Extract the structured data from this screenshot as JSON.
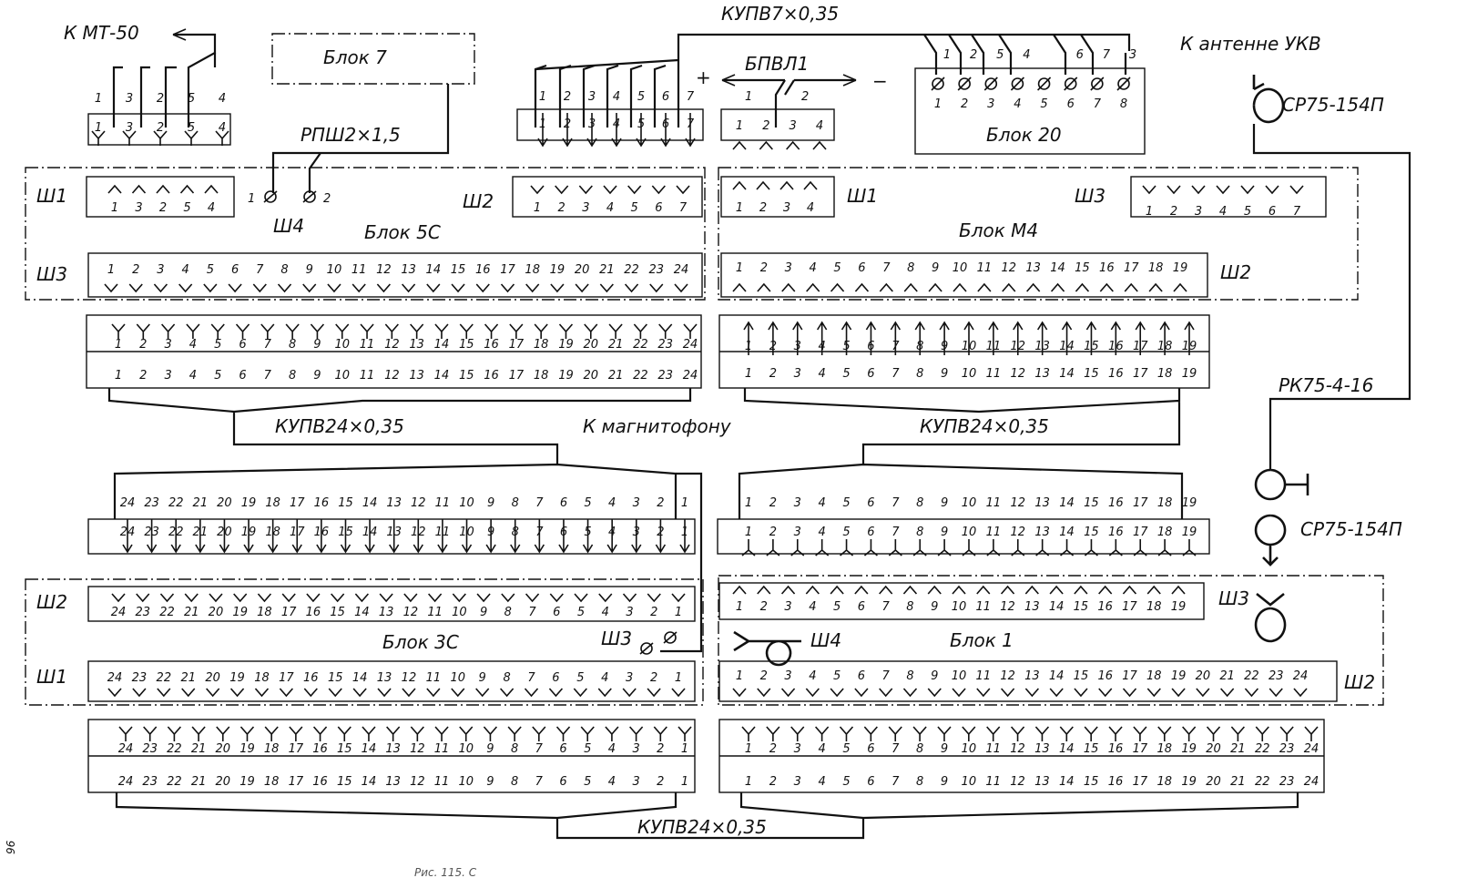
{
  "labels": {
    "k_mt50": "К МТ-50",
    "block7": "Блок 7",
    "rpsh": "РПШ2×1,5",
    "kupv7": "КУПВ7×0,35",
    "bpvl1": "БПВЛ1",
    "plus": "+",
    "minus": "−",
    "bpvl_p1": "1",
    "bpvl_p2": "2",
    "k_antenne": "К антенне УКВ",
    "cp75_top": "СР75-154П",
    "block20": "Блок 20",
    "block5c": "Блок 5С",
    "blockm4": "Блок М4",
    "block3c": "Блок 3С",
    "block1": "Блок 1",
    "sh1_5c": "Ш1",
    "sh2_5c": "Ш2",
    "sh3_5c": "Ш3",
    "sh4_5c": "Ш4",
    "sh4_p1": "1",
    "sh4_p2": "2",
    "sh1_m4": "Ш1",
    "sh2_m4": "Ш2",
    "sh3_m4": "Ш3",
    "sh1_3c": "Ш1",
    "sh2_3c": "Ш2",
    "sh3_3c": "Ш3",
    "sh2_b1": "Ш2",
    "sh3_b1": "Ш3",
    "sh4_b1": "Ш4",
    "kupv24_1": "КУПВ24×0,35",
    "kupv24_2": "КУПВ24×0,35",
    "kupv24_3": "КУПВ24×0,35",
    "k_mag": "К магнитофону",
    "rk75": "РК75-4-16",
    "cp75_bot": "СР75-154П",
    "page_num": "96",
    "caption": "Рис. 115. С"
  },
  "pins": {
    "mt50": [
      "1",
      "3",
      "2",
      "5",
      "4"
    ],
    "seq7": [
      "1",
      "2",
      "3",
      "4",
      "5",
      "6",
      "7"
    ],
    "bpvl": [
      "1",
      "2",
      "3",
      "4"
    ],
    "blk20_top": [
      "1",
      "2",
      "5",
      "4",
      "",
      "6",
      "7",
      "3"
    ],
    "blk20_bot": [
      "1",
      "2",
      "3",
      "4",
      "5",
      "6",
      "7",
      "8"
    ],
    "seq19": [
      "1",
      "2",
      "3",
      "4",
      "5",
      "6",
      "7",
      "8",
      "9",
      "10",
      "11",
      "12",
      "13",
      "14",
      "15",
      "16",
      "17",
      "18",
      "19"
    ],
    "seq24": [
      "1",
      "2",
      "3",
      "4",
      "5",
      "6",
      "7",
      "8",
      "9",
      "10",
      "11",
      "12",
      "13",
      "14",
      "15",
      "16",
      "17",
      "18",
      "19",
      "20",
      "21",
      "22",
      "23",
      "24"
    ],
    "rev24": [
      "24",
      "23",
      "22",
      "21",
      "20",
      "19",
      "18",
      "17",
      "16",
      "15",
      "14",
      "13",
      "12",
      "11",
      "10",
      "9",
      "8",
      "7",
      "6",
      "5",
      "4",
      "3",
      "2",
      "1"
    ]
  }
}
